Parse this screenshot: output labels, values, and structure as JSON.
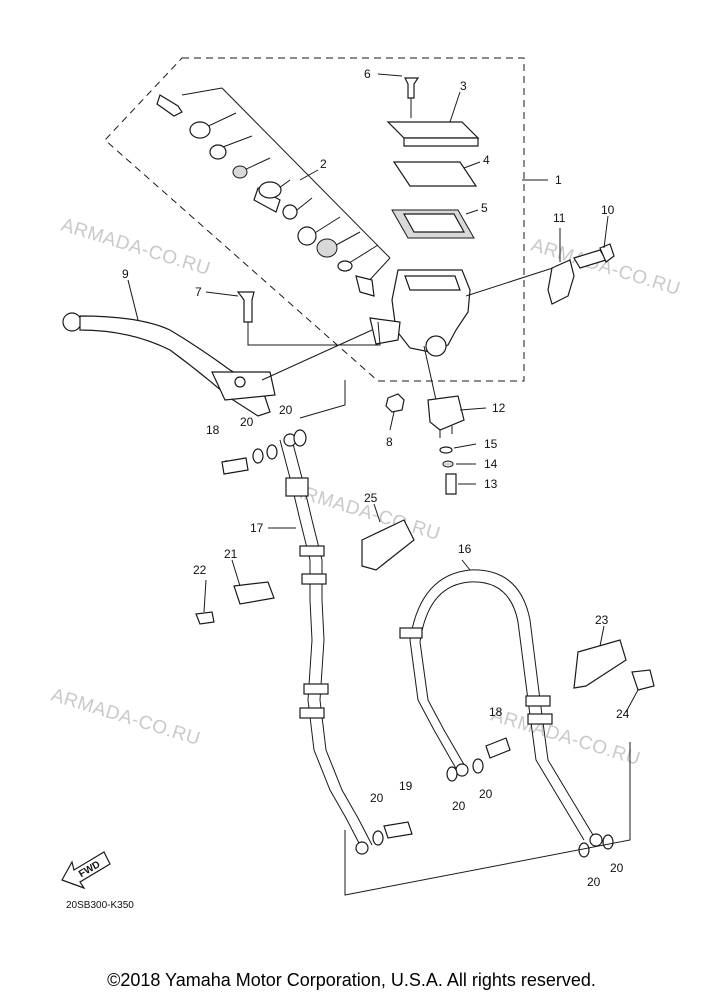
{
  "watermark": "ARMADA-CO.RU",
  "callouts": [
    "1",
    "2",
    "3",
    "4",
    "5",
    "6",
    "7",
    "8",
    "9",
    "10",
    "11",
    "12",
    "13",
    "14",
    "15",
    "16",
    "17",
    "18",
    "18",
    "19",
    "20",
    "20",
    "20",
    "20",
    "20",
    "20",
    "20",
    "20",
    "21",
    "22",
    "23",
    "24",
    "25"
  ],
  "fwd_label": "FWD",
  "diagram_code": "20SB300-K350",
  "copyright": "©2018 Yamaha Motor Corporation, U.S.A. All rights reserved."
}
